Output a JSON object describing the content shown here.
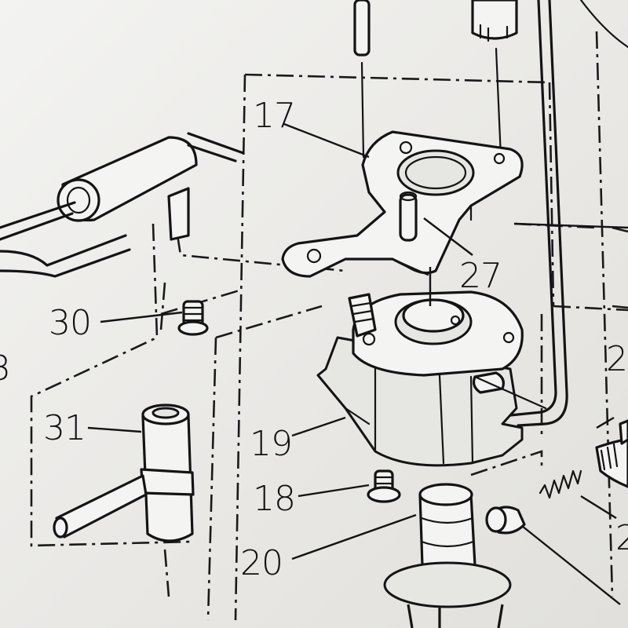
{
  "callouts": {
    "c17": "17",
    "c27": "27",
    "c30": "30",
    "c31": "31",
    "c19": "19",
    "c18": "18",
    "c20": "20",
    "c2a": "2",
    "c2b": "2",
    "c3": "3"
  }
}
